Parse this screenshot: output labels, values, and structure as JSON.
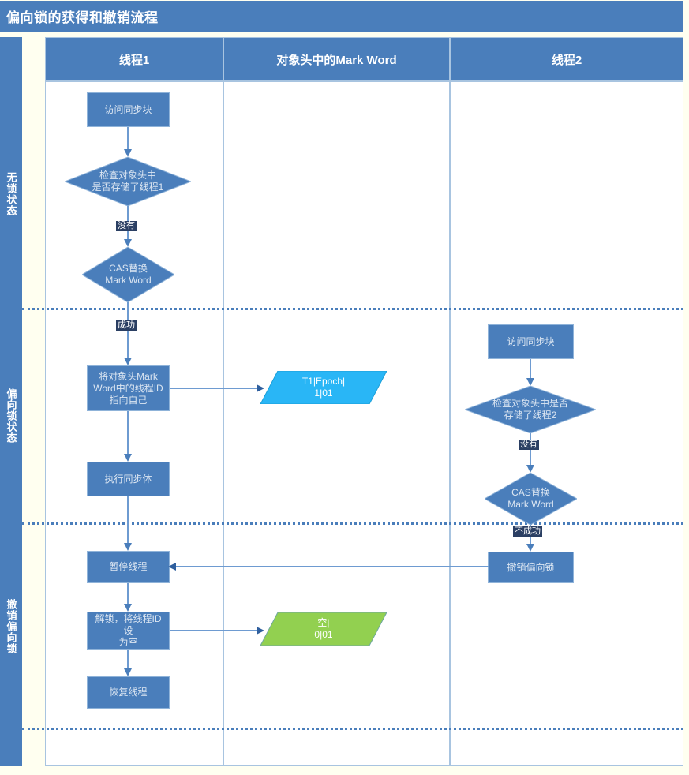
{
  "title": "偏向锁的获得和撤销流程",
  "colors": {
    "header_blue": "#4a7ebb",
    "node_blue": "#4a7ebb",
    "node_border": "#8fb3d9",
    "connector": "#6e9bd1",
    "cyan_fill": "#29b6f6",
    "green_fill": "#92d050",
    "grid_line": "#a8c4e0",
    "canvas_bg": "#fffff0"
  },
  "columns": [
    {
      "id": "thread1",
      "label": "线程1"
    },
    {
      "id": "markword",
      "label": "对象头中的Mark Word"
    },
    {
      "id": "thread2",
      "label": "线程2"
    }
  ],
  "swimlanes": [
    {
      "id": "unlocked",
      "label": "无锁状态"
    },
    {
      "id": "biased",
      "label": "偏向锁状态"
    },
    {
      "id": "revoke",
      "label": "撤销偏向锁"
    }
  ],
  "thread1": {
    "n1": "访问同步块",
    "n2": "检查对象头中\n是否存储了线程1",
    "n2_line1": "检查对象头中",
    "n2_line2": "是否存储了线程1",
    "n3_line1": "CAS替换",
    "n3_line2": "Mark Word",
    "n4_line1": "将对象头Mark",
    "n4_line2": "Word中的线程ID",
    "n4_line3": "指向自己",
    "n5": "执行同步体",
    "n6": "暂停线程",
    "n7_line1": "解锁，将线程ID设",
    "n7_line2": "为空",
    "n8": "恢复线程",
    "label_no": "没有",
    "label_success": "成功"
  },
  "thread2": {
    "m1": "访问同步块",
    "m2_line1": "检查对象头中是否",
    "m2_line2": "存储了线程2",
    "m3_line1": "CAS替换",
    "m3_line2": "Mark Word",
    "m4": "撤销偏向锁",
    "label_no": "没有",
    "label_fail": "不成功"
  },
  "markword": {
    "p1_line1": "T1|Epoch|",
    "p1_line2": "1|01",
    "p2_line1": "空|",
    "p2_line2": "0|01"
  }
}
